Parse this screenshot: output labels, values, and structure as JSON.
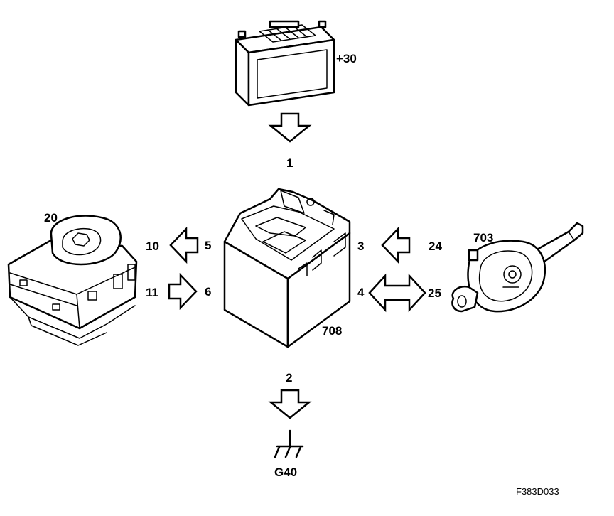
{
  "battery": {
    "terminal_label": "+30"
  },
  "central_unit": {
    "number": "708"
  },
  "ignition_switch": {
    "number": "20"
  },
  "steering_module": {
    "number": "703"
  },
  "ground": {
    "label": "G40"
  },
  "pins": {
    "p1": "1",
    "p2": "2",
    "p3": "3",
    "p4": "4",
    "p5": "5",
    "p6": "6",
    "p10": "10",
    "p11": "11",
    "p24": "24",
    "p25": "25"
  },
  "figure_code": "F383D033"
}
